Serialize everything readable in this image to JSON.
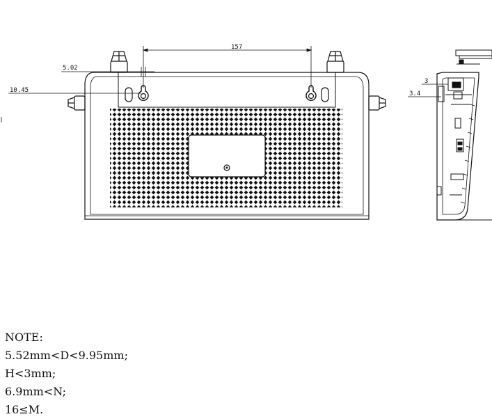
{
  "dimensions": {
    "hole_spacing": "157",
    "slot_offset": "5.02",
    "hole_height": "10.45",
    "side_depth_a": "3",
    "side_depth_b": "3.4"
  },
  "notes": {
    "heading": "NOTE:",
    "line1": "5.52mm<D<9.95mm;",
    "line2": "H<3mm;",
    "line3": "6.9mm<N;",
    "line4": "16≤M."
  }
}
